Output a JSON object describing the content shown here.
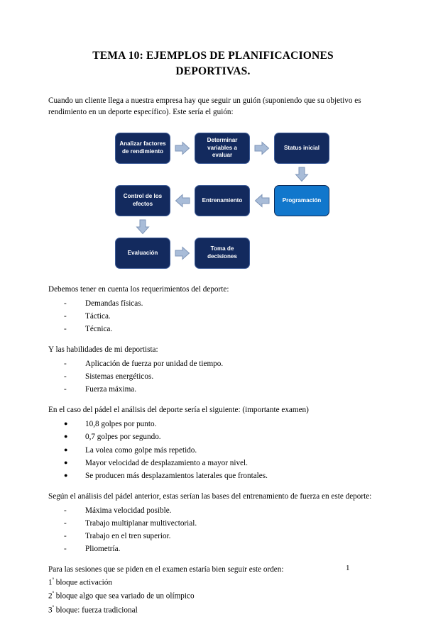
{
  "document": {
    "title": "TEMA 10: EJEMPLOS DE PLANIFICACIONES DEPORTIVAS.",
    "page_number": "1"
  },
  "intro": {
    "paragraph": "Cuando un cliente llega a nuestra empresa hay que seguir un guión (suponiendo que su objetivo es rendimiento en un deporte específico). Este sería el guión:"
  },
  "flowchart": {
    "colors": {
      "node_fill": "#132a5e",
      "node_border": "#3c5a96",
      "accent_fill": "#1177cc",
      "accent_border": "#0d2a57",
      "arrow_fill": "#a8bcd8",
      "arrow_stroke": "#7e95b8",
      "text": "#ffffff"
    },
    "nodes": [
      {
        "id": "analizar",
        "label": "Analizar factores de rendimiento",
        "accent": false
      },
      {
        "id": "determinar",
        "label": "Determinar variables a evaluar",
        "accent": false
      },
      {
        "id": "status",
        "label": "Status inicial",
        "accent": false
      },
      {
        "id": "programacion",
        "label": "Programación",
        "accent": true
      },
      {
        "id": "entrenamiento",
        "label": "Entrenamiento",
        "accent": false
      },
      {
        "id": "control",
        "label": "Control de los efectos",
        "accent": false
      },
      {
        "id": "evaluacion",
        "label": "Evaluación",
        "accent": false
      },
      {
        "id": "toma",
        "label": "Toma de decisiones",
        "accent": false
      }
    ],
    "arrows": [
      {
        "id": "analizar-to-determinar",
        "direction": "right"
      },
      {
        "id": "determinar-to-status",
        "direction": "right"
      },
      {
        "id": "status-to-programacion",
        "direction": "down"
      },
      {
        "id": "programacion-to-entrenamiento",
        "direction": "left"
      },
      {
        "id": "entrenamiento-to-control",
        "direction": "left"
      },
      {
        "id": "control-to-evaluacion",
        "direction": "down"
      },
      {
        "id": "evaluacion-to-toma",
        "direction": "right"
      }
    ]
  },
  "requirements_section": {
    "lead": "Debemos tener en cuenta los requerimientos del deporte:",
    "marker": "-",
    "items": [
      "Demandas físicas.",
      "Táctica.",
      "Técnica."
    ]
  },
  "abilities_section": {
    "lead": "Y las habilidades de mi deportista:",
    "marker": "-",
    "items": [
      "Aplicación de fuerza por unidad de tiempo.",
      "Sistemas energéticos.",
      "Fuerza máxima."
    ]
  },
  "padel_section": {
    "lead": "En el caso del pádel el análisis del deporte sería el siguiente: (importante examen)",
    "marker": "●",
    "items": [
      "10,8 golpes por punto.",
      "0,7 golpes por segundo.",
      "La volea como golpe más repetido.",
      "Mayor velocidad de desplazamiento a mayor nivel.",
      "Se producen más desplazamientos laterales que frontales."
    ]
  },
  "strength_bases_section": {
    "lead": "Según el análisis del pádel anterior, estas serían las bases del entrenamiento de fuerza en este deporte:",
    "marker": "-",
    "items": [
      "Máxima velocidad posible.",
      "Trabajo multiplanar multivectorial.",
      "Trabajo en el tren superior.",
      "Pliometría."
    ]
  },
  "sessions_section": {
    "lead": "Para las sesiones que se piden en el examen estaría bien seguir este orden:",
    "blocks": [
      {
        "ordinal": "1",
        "sup": "º",
        "text": " bloque activación"
      },
      {
        "ordinal": "2",
        "sup": "º",
        "text": " bloque algo que sea variado de un olímpico"
      },
      {
        "ordinal": "3",
        "sup": "º",
        "text": " bloque: fuerza tradicional"
      }
    ]
  }
}
